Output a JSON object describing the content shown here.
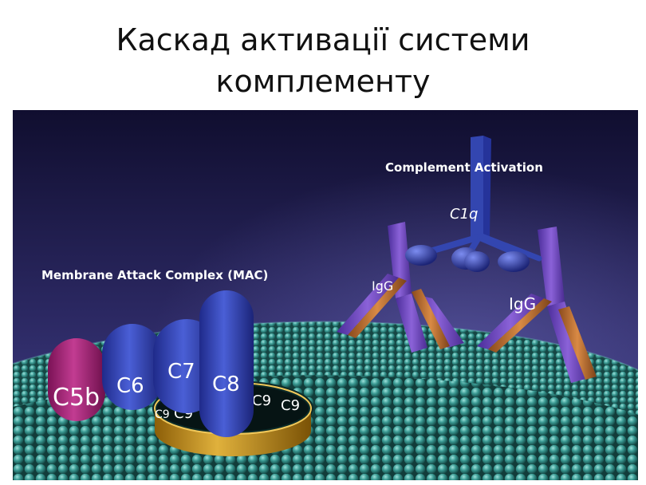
{
  "slide": {
    "title_line1": "Каскад активації системи",
    "title_line2": "комплементу"
  },
  "figure": {
    "label_activation": "Complement Activation",
    "label_c1q": "C1q",
    "label_igg_left": "IgG",
    "label_igg_right": "IgG",
    "label_mac": "Membrane Attack Complex (MAC)",
    "label_c5b": "C5b",
    "label_c6": "C6",
    "label_c7": "C7",
    "label_c8": "C8",
    "label_c9_1": "C9",
    "label_c9_2": "C9",
    "label_c9_3": "C9",
    "label_c9_4": "C9",
    "colors": {
      "background_top": "#0f0d2e",
      "background_bottom": "#3c3a7e",
      "membrane": "#2f8f8a",
      "c5b": "#b0287e",
      "complement_blue": "#3649b8",
      "igg_purple": "#7b4fc9",
      "igg_orange": "#c9773a",
      "ring_gold": "#c9951c"
    }
  }
}
